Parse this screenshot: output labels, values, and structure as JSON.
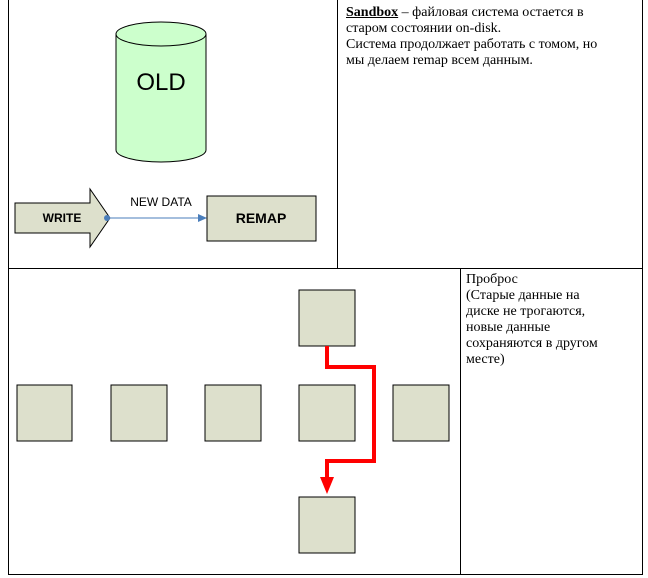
{
  "top_right": {
    "keyword": "Sandbox",
    "line1_rest": " – файловая система остается в",
    "line2": "старом состоянии on-disk.",
    "line3": "Система продолжает работать с томом,  но",
    "line4": "мы делаем remap  всем данным."
  },
  "bottom_right": {
    "line1": "Проброс",
    "line2": "(Старые данные на",
    "line3": "диске не трогаются,",
    "line4": "новые данные",
    "line5": "сохраняются в другом",
    "line6": "месте)"
  },
  "diagram": {
    "cylinder_label": "OLD",
    "write_label": "WRITE",
    "arrow_label": "NEW DATA",
    "remap_label": "REMAP"
  },
  "colors": {
    "cylinder_fill": "#ccffcc",
    "block_fill": "#dde0cc",
    "remap_path": "#ff0000",
    "connector": "#4a7ebb",
    "border": "#000000"
  }
}
